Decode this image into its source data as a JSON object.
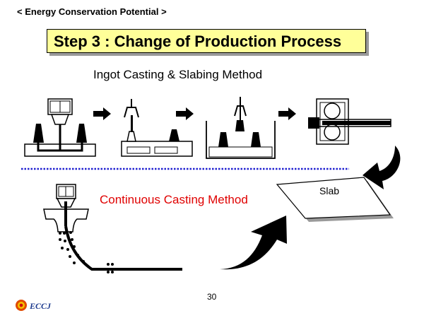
{
  "header": {
    "text": "< Energy Conservation Potential >"
  },
  "title": {
    "text": "Step 3 : Change of Production Process"
  },
  "methods": {
    "ingot": "Ingot Casting & Slabing Method",
    "continuous": "Continuous Casting Method"
  },
  "slab": {
    "label": "Slab"
  },
  "footer": {
    "page_number": "30",
    "logo_text": "ECCJ"
  },
  "colors": {
    "title_bg": "#ffff99",
    "accent_red": "#e00000",
    "divider_blue": "#1f1fd0",
    "logo_blue": "#1f3c8f"
  }
}
